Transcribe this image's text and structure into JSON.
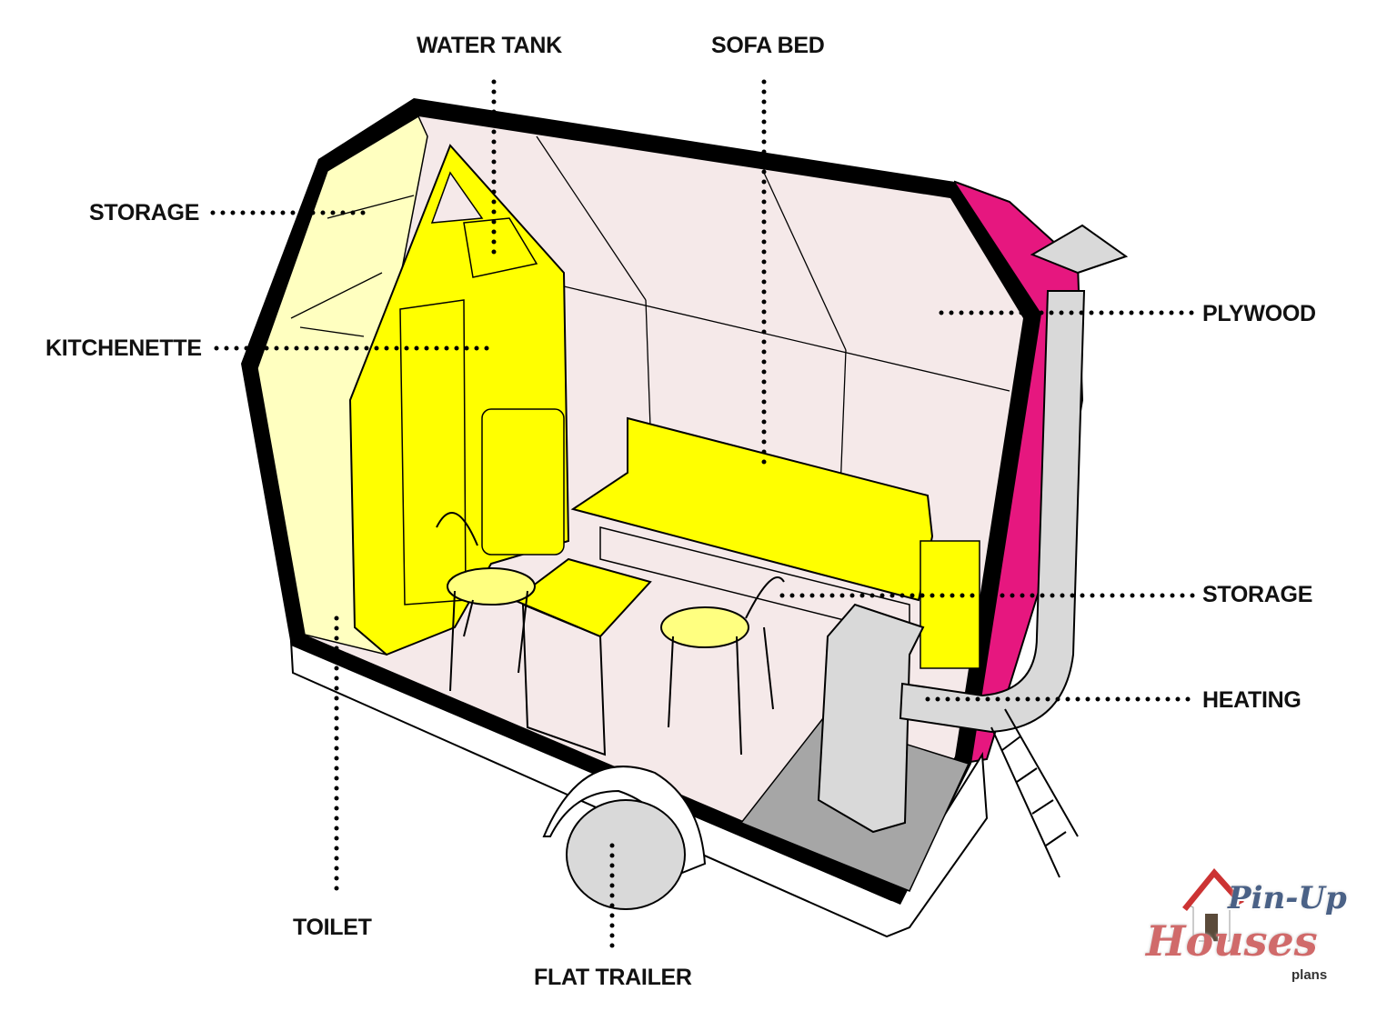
{
  "labels": {
    "water_tank": "WATER TANK",
    "sofa_bed": "SOFA BED",
    "storage_top": "STORAGE",
    "kitchenette": "KITCHENETTE",
    "plywood": "PLYWOOD",
    "storage_right": "STORAGE",
    "heating": "HEATING",
    "toilet": "TOILET",
    "flat_trailer": "FLAT TRAILER"
  },
  "logo": {
    "line1": "Pin-Up",
    "line2": "Houses",
    "line3": "plans"
  },
  "colors": {
    "frame": "#000000",
    "interior": "#f5e9e9",
    "furniture": "#ffff00",
    "side_wall": "#ffffc0",
    "exterior": "#e6177f",
    "stove": "#d9d9d9",
    "floor_pad": "#a6a6a6"
  }
}
